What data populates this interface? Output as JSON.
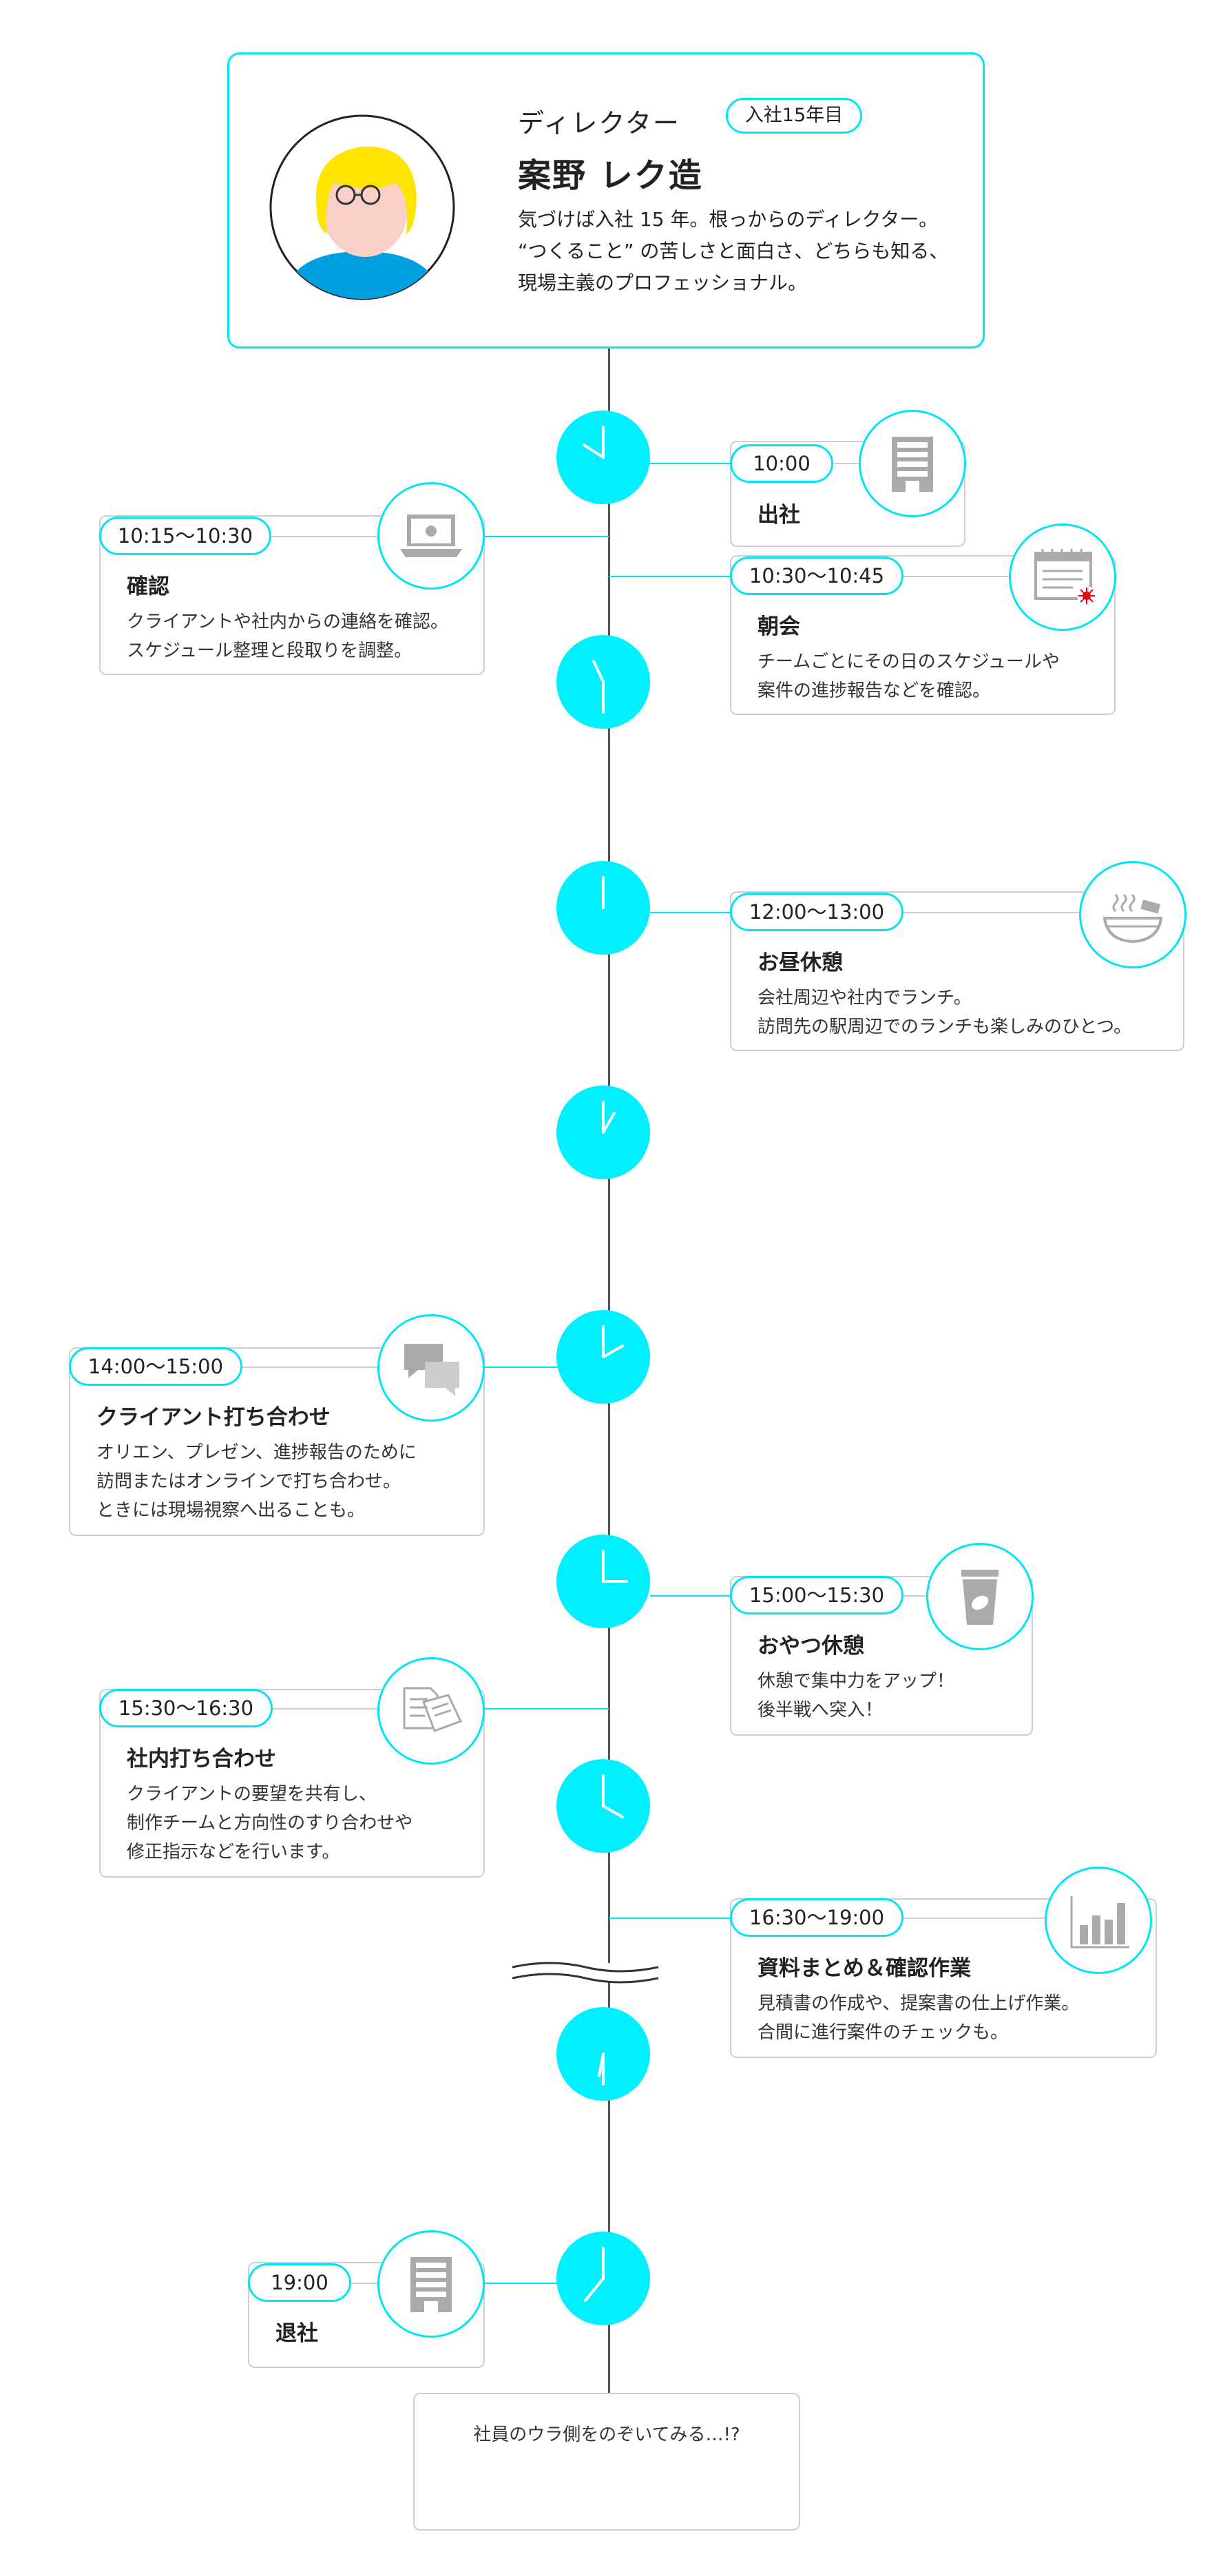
{
  "colors": {
    "accent": "#00f0ff",
    "line": "#555555",
    "border": "#cfcfcf"
  },
  "profile": {
    "role": "ディレクター",
    "years_badge": "入社15年目",
    "name": "案野 レク造",
    "desc_lines": [
      "気づけば入社 15 年。根っからのディレクター。",
      "“つくること” の苦しさと面白さ、どちらも知る、",
      "現場主義のプロフェッショナル。"
    ]
  },
  "events": [
    {
      "time": "10:00",
      "title": "出社",
      "lines": [],
      "icon": "office-building-icon"
    },
    {
      "time": "10:15〜10:30",
      "title": "確認",
      "lines": [
        "クライアントや社内からの連絡を確認。",
        "スケジュール整理と段取りを調整。"
      ],
      "icon": "laptop-icon"
    },
    {
      "time": "10:30〜10:45",
      "title": "朝会",
      "lines": [
        "チームごとにその日のスケジュールや",
        "案件の進捗報告などを確認。"
      ],
      "icon": "calendar-icon"
    },
    {
      "time": "12:00〜13:00",
      "title": "お昼休憩",
      "lines": [
        "会社周辺や社内でランチ。",
        "訪問先の駅周辺でのランチも楽しみのひとつ。"
      ],
      "icon": "rice-bowl-icon"
    },
    {
      "time": "14:00〜15:00",
      "title": "クライアント打ち合わせ",
      "lines": [
        "オリエン、プレゼン、進捗報告のために",
        "訪問またはオンラインで打ち合わせ。",
        "ときには現場視察へ出ることも。"
      ],
      "icon": "chat-bubbles-icon"
    },
    {
      "time": "15:00〜15:30",
      "title": "おやつ休憩",
      "lines": [
        "休憩で集中力をアップ！",
        "後半戦へ突入！"
      ],
      "icon": "coffee-cup-icon"
    },
    {
      "time": "15:30〜16:30",
      "title": "社内打ち合わせ",
      "lines": [
        "クライアントの要望を共有し、",
        "制作チームと方向性のすり合わせや",
        "修正指示などを行います。"
      ],
      "icon": "documents-icon"
    },
    {
      "time": "16:30〜19:00",
      "title": "資料まとめ＆確認作業",
      "lines": [
        "見積書の作成や、提案書の仕上げ作業。",
        "合間に進行案件のチェックも。"
      ],
      "icon": "bar-chart-icon"
    },
    {
      "time": "19:00",
      "title": "退社",
      "lines": [],
      "icon": "office-building-icon"
    }
  ],
  "footer": {
    "text": "社員のウラ側をのぞいてみる…!?"
  }
}
